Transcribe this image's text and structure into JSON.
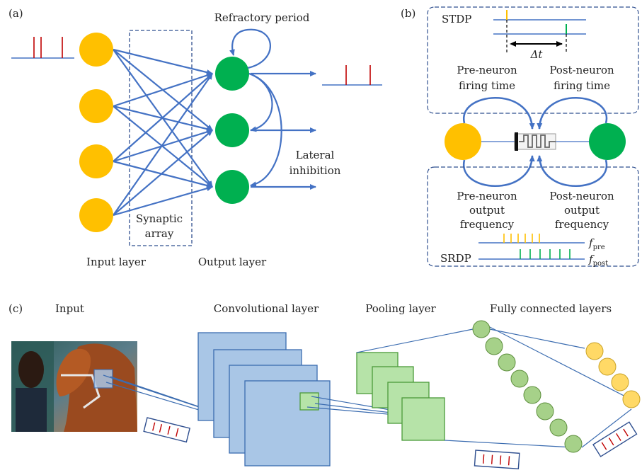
{
  "colors": {
    "blue": "#4472c4",
    "orange": "#ffc000",
    "green": "#00b050",
    "red": "#c00000",
    "box_dash": "#2f4f8f",
    "conv_fill": "#a9c6e6",
    "conv_stroke": "#3b6cb0",
    "pool_fill": "#b6e3a8",
    "pool_stroke": "#4c9a3a",
    "fc_green": "#a6d189",
    "fc_yellow": "#ffd966"
  },
  "panel_a": {
    "label": "(a)",
    "refractory_label": "Refractory period",
    "synaptic_label_line1": "Synaptic",
    "synaptic_label_line2": "array",
    "lateral_label_line1": "Lateral",
    "lateral_label_line2": "inhibition",
    "input_layer_label": "Input layer",
    "output_layer_label": "Output layer"
  },
  "panel_b": {
    "label": "(b)",
    "stdp_label": "STDP",
    "delta_t_label": "Δt",
    "pre_firing_line1": "Pre-neuron",
    "pre_firing_line2": "firing time",
    "post_firing_line1": "Post-neuron",
    "post_firing_line2": "firing time",
    "pre_output_line1": "Pre-neuron",
    "pre_output_line2": "output",
    "pre_output_line3": "frequency",
    "post_output_line1": "Post-neuron",
    "post_output_line2": "output",
    "post_output_line3": "frequency",
    "srdp_label": "SRDP",
    "f_label": "f",
    "f_pre_sub": "pre",
    "f_post_sub": "post"
  },
  "panel_c": {
    "label": "(c)",
    "input_label": "Input",
    "conv_label": "Convolutional layer",
    "pool_label": "Pooling layer",
    "fc_label": "Fully connected layers"
  }
}
